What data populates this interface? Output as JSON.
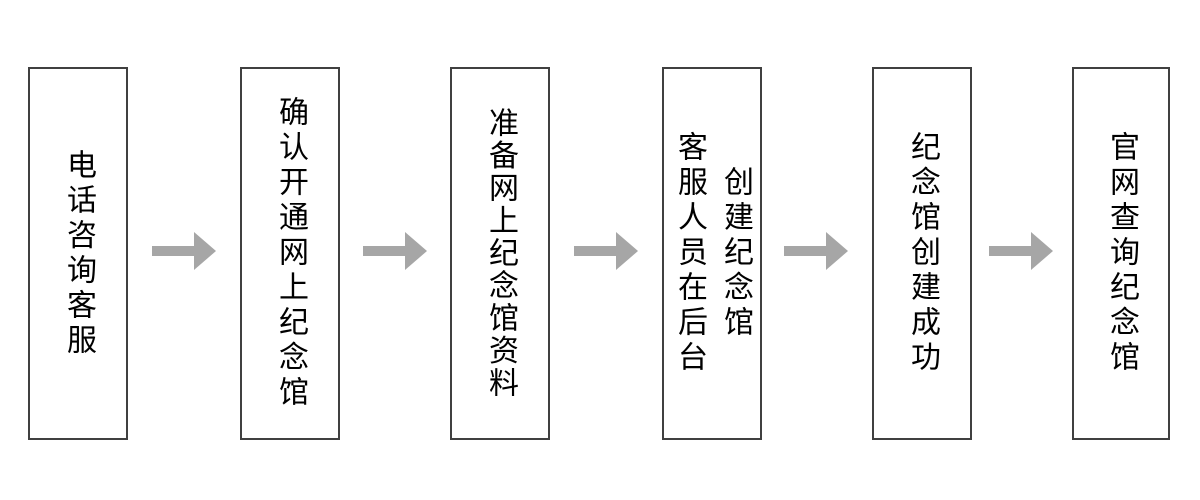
{
  "flow": {
    "colors": {
      "background": "#ffffff",
      "box_border": "#404040",
      "text": "#000000",
      "arrow": "#a6a6a6"
    },
    "steps": [
      {
        "text": "电话咨询客服",
        "lines": [
          "电话咨询客服"
        ]
      },
      {
        "text": "确认开通网上纪念馆",
        "lines": [
          "确认开通网上纪念馆"
        ]
      },
      {
        "text": "准备网上纪念馆资料",
        "lines": [
          "准备网上纪念馆资料"
        ]
      },
      {
        "text": "客服人员在后台创建纪念馆",
        "lines": [
          "客服人员在后台",
          "创建纪念馆"
        ]
      },
      {
        "text": "纪念馆创建成功",
        "lines": [
          "纪念馆创建成功"
        ]
      },
      {
        "text": "官网查询纪念馆",
        "lines": [
          "官网查询纪念馆"
        ]
      }
    ]
  }
}
